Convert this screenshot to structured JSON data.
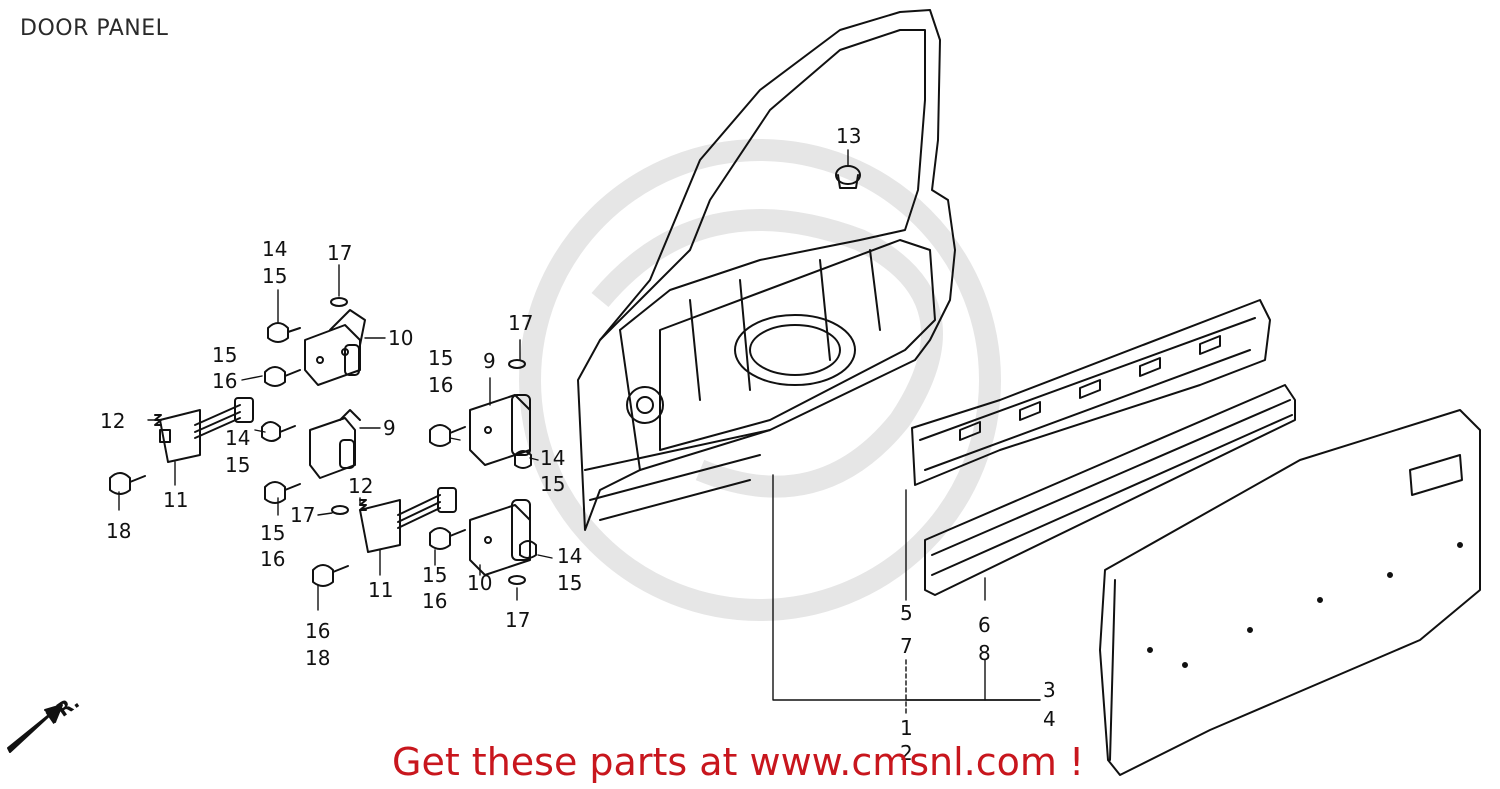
{
  "header": {
    "title": "DOOR PANEL"
  },
  "footer": {
    "cta": "Get these parts at www.cmsnl.com !"
  },
  "orientation": {
    "label": "FR."
  },
  "callouts": {
    "c13": "13",
    "c14a": "14",
    "c15a": "15",
    "c17a": "17",
    "c10a": "10",
    "c15b": "15",
    "c16b": "16",
    "c12a": "12",
    "c14c": "14",
    "c15c": "15",
    "c9a": "9",
    "c11a": "11",
    "c18a": "18",
    "c15d": "15",
    "c16d": "16",
    "c17b": "17",
    "c12b": "12",
    "c11b": "11",
    "c16e": "16",
    "c18e": "18",
    "c17c": "17",
    "c15f": "15",
    "c16f": "16",
    "c9b": "9",
    "c14g": "14",
    "c15g": "15",
    "c15h": "15",
    "c16h": "16",
    "c10b": "10",
    "c14i": "14",
    "c15i": "15",
    "c17d": "17",
    "c5": "5",
    "c7": "7",
    "c6": "6",
    "c8": "8",
    "c3": "3",
    "c4": "4",
    "c1": "1",
    "c2": "2"
  }
}
